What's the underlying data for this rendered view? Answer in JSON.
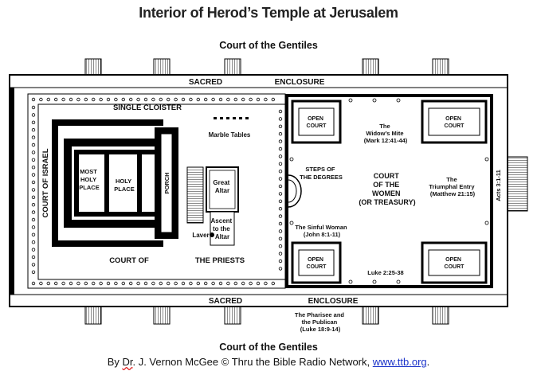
{
  "title": "Interior of Herod’s Temple at Jerusalem",
  "labels": {
    "court_gentiles_top": "Court of the Gentiles",
    "court_gentiles_bottom": "Court of the Gentiles",
    "sacred_top": "SACRED",
    "enclosure_top": "ENCLOSURE",
    "sacred_bottom": "SACRED",
    "enclosure_bottom": "ENCLOSURE",
    "single_cloister": "SINGLE CLOISTER",
    "marble_tables": "Marble Tables",
    "court_of_israel": "COURT OF ISRAEL",
    "most_holy_place": [
      "MOST",
      "HOLY",
      "PLACE"
    ],
    "holy_place": [
      "HOLY",
      "PLACE"
    ],
    "porch": "PORCH",
    "great_altar": [
      "Great",
      "Altar"
    ],
    "ascent": [
      "Ascent",
      "to the",
      "Altar"
    ],
    "laver": "Laver",
    "court_of": "COURT OF",
    "the_priests": "THE PRIESTS",
    "open_court": [
      "OPEN",
      "COURT"
    ],
    "widows_mite": [
      "The",
      "Widow’s Mite",
      "(Mark 12:41-44)"
    ],
    "steps": [
      "STEPS OF",
      "THE DEGREES"
    ],
    "court_women": [
      "COURT",
      "OF THE",
      "WOMEN",
      "(OR TREASURY)"
    ],
    "triumphal": [
      "The",
      "Triumphal Entry",
      "(Matthew 21:15)"
    ],
    "acts": "Acts 3:1-11",
    "sinful_woman": [
      "The Sinful Woman",
      "(John 8:1-11)"
    ],
    "luke": "Luke 2:25-38",
    "pharisee": [
      "The Pharisee and",
      "the Publican",
      "(Luke 18:9-14)"
    ]
  },
  "credit": {
    "by": "By ",
    "author_first": "Dr",
    "author_rest": ". J. Vernon McGee © Thru the Bible Radio Network, ",
    "link": "www.ttb.org",
    "end": "."
  }
}
